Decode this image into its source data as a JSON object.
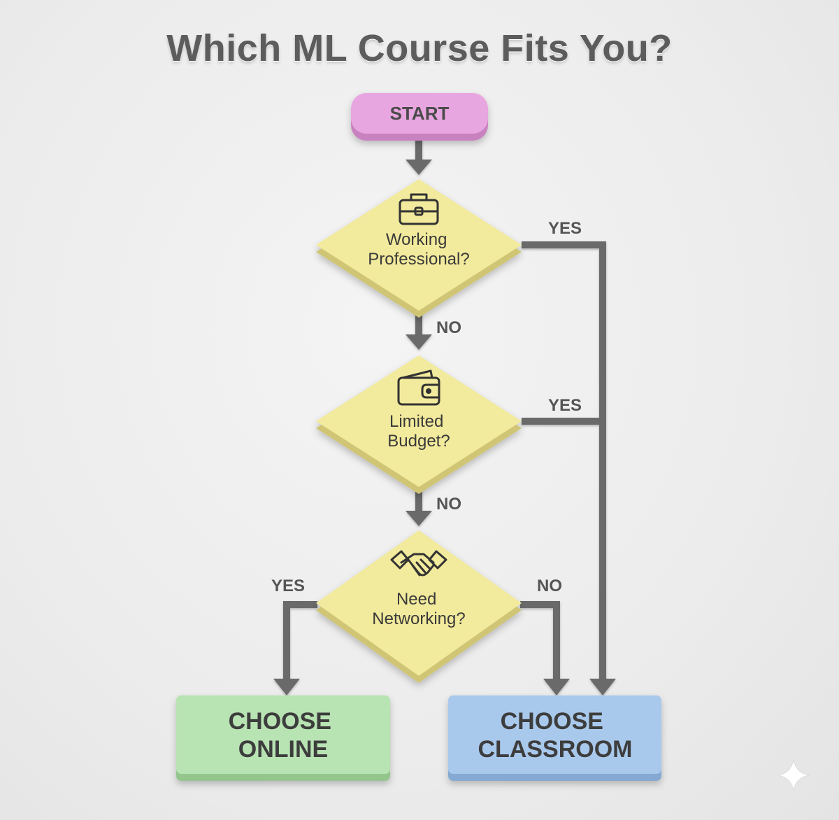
{
  "title": "Which ML Course Fits You?",
  "start": {
    "label": "START",
    "color": "#e8a6e0"
  },
  "questions": [
    {
      "line1": "Working",
      "line2": "Professional?",
      "icon": "briefcase-icon"
    },
    {
      "line1": "Limited",
      "line2": "Budget?",
      "icon": "wallet-icon"
    },
    {
      "line1": "Need",
      "line2": "Networking?",
      "icon": "handshake-icon"
    }
  ],
  "question_color": "#f2ea9c",
  "branches": {
    "q1_yes": "YES",
    "q1_no": "NO",
    "q2_yes": "YES",
    "q2_no": "NO",
    "q3_yes": "YES",
    "q3_no": "NO"
  },
  "outcomes": {
    "online": {
      "line1": "CHOOSE",
      "line2": "ONLINE",
      "color": "#b8e3b3"
    },
    "classroom": {
      "line1": "CHOOSE",
      "line2": "CLASSROOM",
      "color": "#a9c9ec"
    }
  },
  "connector_color": "#6a6a6a"
}
